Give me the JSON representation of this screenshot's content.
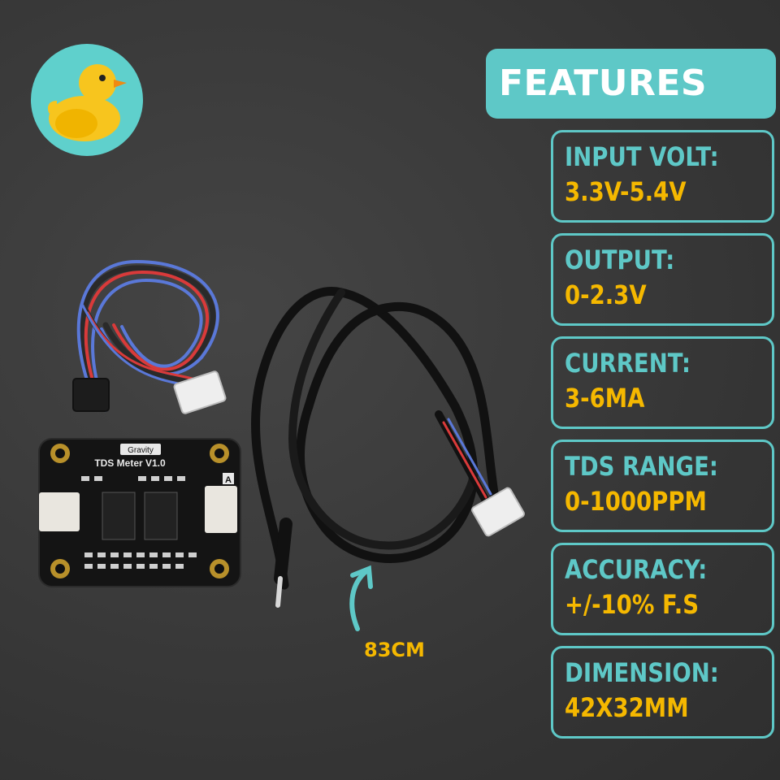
{
  "header": {
    "title": "FEATURES"
  },
  "specs": [
    {
      "label": "INPUT VOLT:",
      "value": "3.3V-5.4V"
    },
    {
      "label": "OUTPUT:",
      "value": "0-2.3V"
    },
    {
      "label": "CURRENT:",
      "value": "3-6MA"
    },
    {
      "label": "TDS RANGE:",
      "value": "0-1000PPM"
    },
    {
      "label": "ACCURACY:",
      "value": "+/-10% F.S"
    },
    {
      "label": "DIMENSION:",
      "value": "42X32MM"
    }
  ],
  "product": {
    "board_brand": "Gravity",
    "board_name": "TDS Meter V1.0",
    "board_marker": "A",
    "cable_length": "83CM"
  },
  "colors": {
    "accent_teal": "#5ec8c7",
    "value_yellow": "#f5b800",
    "background": "#3a3a3a"
  },
  "icons": {
    "logo": "duck-logo-icon",
    "length_arrow": "curved-arrow-icon"
  }
}
